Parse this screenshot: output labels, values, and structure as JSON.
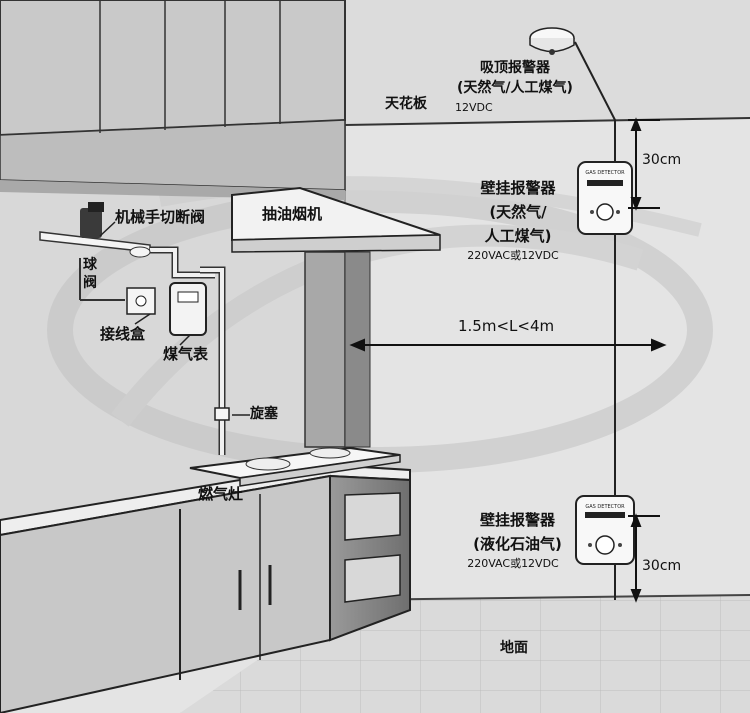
{
  "ceiling_detector": {
    "name": "吸顶报警器",
    "gas": "(天然气/人工煤气)",
    "power": "12VDC"
  },
  "ceiling_label": "天花板",
  "wall_detector_top": {
    "name": "壁挂报警器",
    "gas_line1": "(天然气/",
    "gas_line2": "人工煤气)",
    "power": "220VAC或12VDC",
    "device_text": "GAS DETECTOR"
  },
  "wall_detector_bottom": {
    "name": "壁挂报警器",
    "gas": "(液化石油气)",
    "power": "220VAC或12VDC",
    "device_text": "GAS DETECTOR"
  },
  "distance_top": "30cm",
  "distance_bottom": "30cm",
  "distance_range": "1.5m<L<4m",
  "range_hood": "抽油烟机",
  "manual_valve": "机械手切断阀",
  "ball_valve": "球阀",
  "junction_box": "接线盒",
  "gas_meter": "煤气表",
  "plug_valve": "旋塞",
  "gas_stove": "燃气灶",
  "floor": "地面",
  "colors": {
    "wall": "#e4e4e4",
    "line": "#1a1a1a",
    "watermark": "#c2c2c2"
  }
}
